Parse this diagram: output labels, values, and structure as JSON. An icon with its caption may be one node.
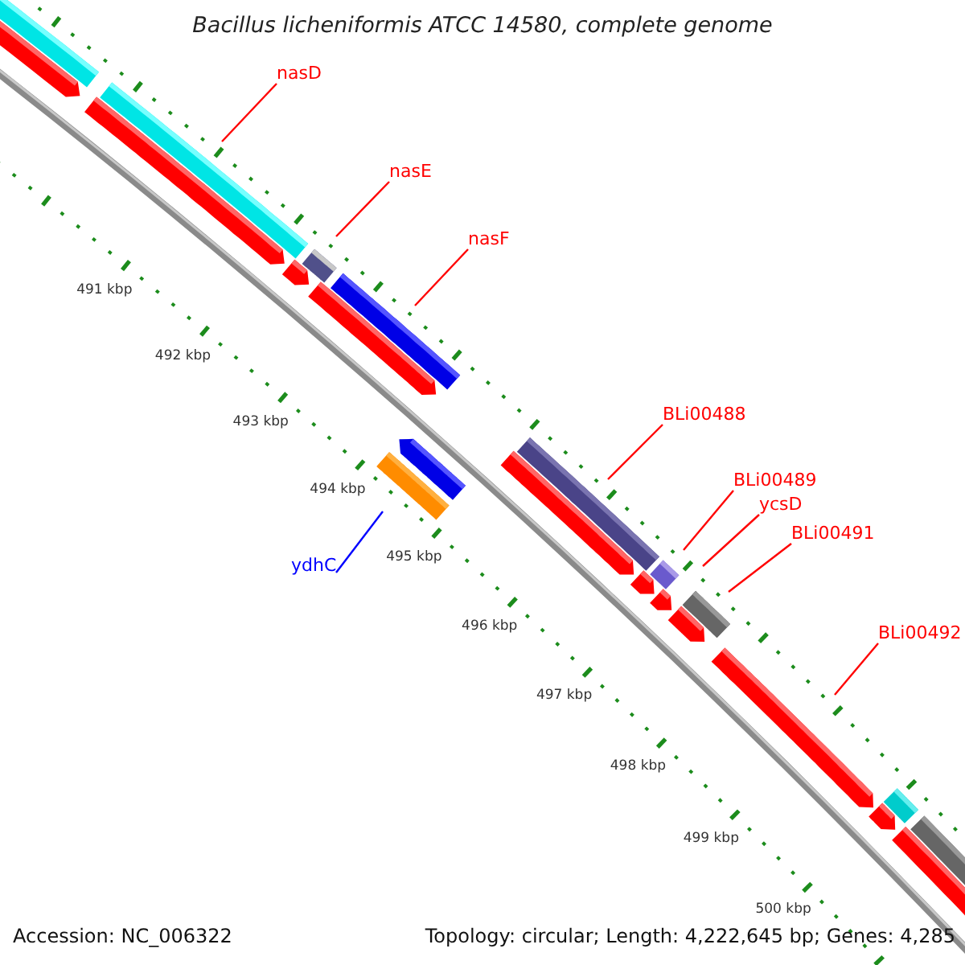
{
  "diagram": {
    "title": "Bacillus licheniformis ATCC 14580, complete genome",
    "nodes": [
      {
        "text": [
          "nasD"
        ]
      },
      {
        "text": [
          "nasE"
        ]
      },
      {
        "text": [
          "nasF"
        ]
      },
      {
        "text": [
          "BLi00488"
        ]
      },
      {
        "text": [
          "BLi00489"
        ]
      },
      {
        "text": [
          "ycsD"
        ]
      },
      {
        "text": [
          "BLi00491"
        ]
      },
      {
        "text": [
          "ydhC"
        ]
      },
      {
        "text": [
          "BLi00492"
        ]
      }
    ],
    "edges": [
      {
        "from": 0,
        "to": null,
        "arrow": "none"
      },
      {
        "from": 1,
        "to": null,
        "arrow": "none"
      },
      {
        "from": 2,
        "to": null,
        "arrow": "none"
      },
      {
        "from": 3,
        "to": null,
        "arrow": "none"
      },
      {
        "from": 4,
        "to": null,
        "arrow": "none"
      },
      {
        "from": 5,
        "to": null,
        "arrow": "none"
      },
      {
        "from": 6,
        "to": null,
        "arrow": "none"
      },
      {
        "from": 7,
        "to": null,
        "arrow": "none",
        "color": "#0000ff"
      },
      {
        "from": 8,
        "to": null,
        "arrow": "none"
      }
    ],
    "labels": [
      "491 kbp",
      "492 kbp",
      "493 kbp",
      "494 kbp",
      "495 kbp",
      "496 kbp",
      "497 kbp",
      "498 kbp",
      "499 kbp",
      "500 kbp",
      "Accession: NC_006322",
      "Topology: circular; Length: 4,222,645 bp; Genes: 4,285"
    ]
  }
}
